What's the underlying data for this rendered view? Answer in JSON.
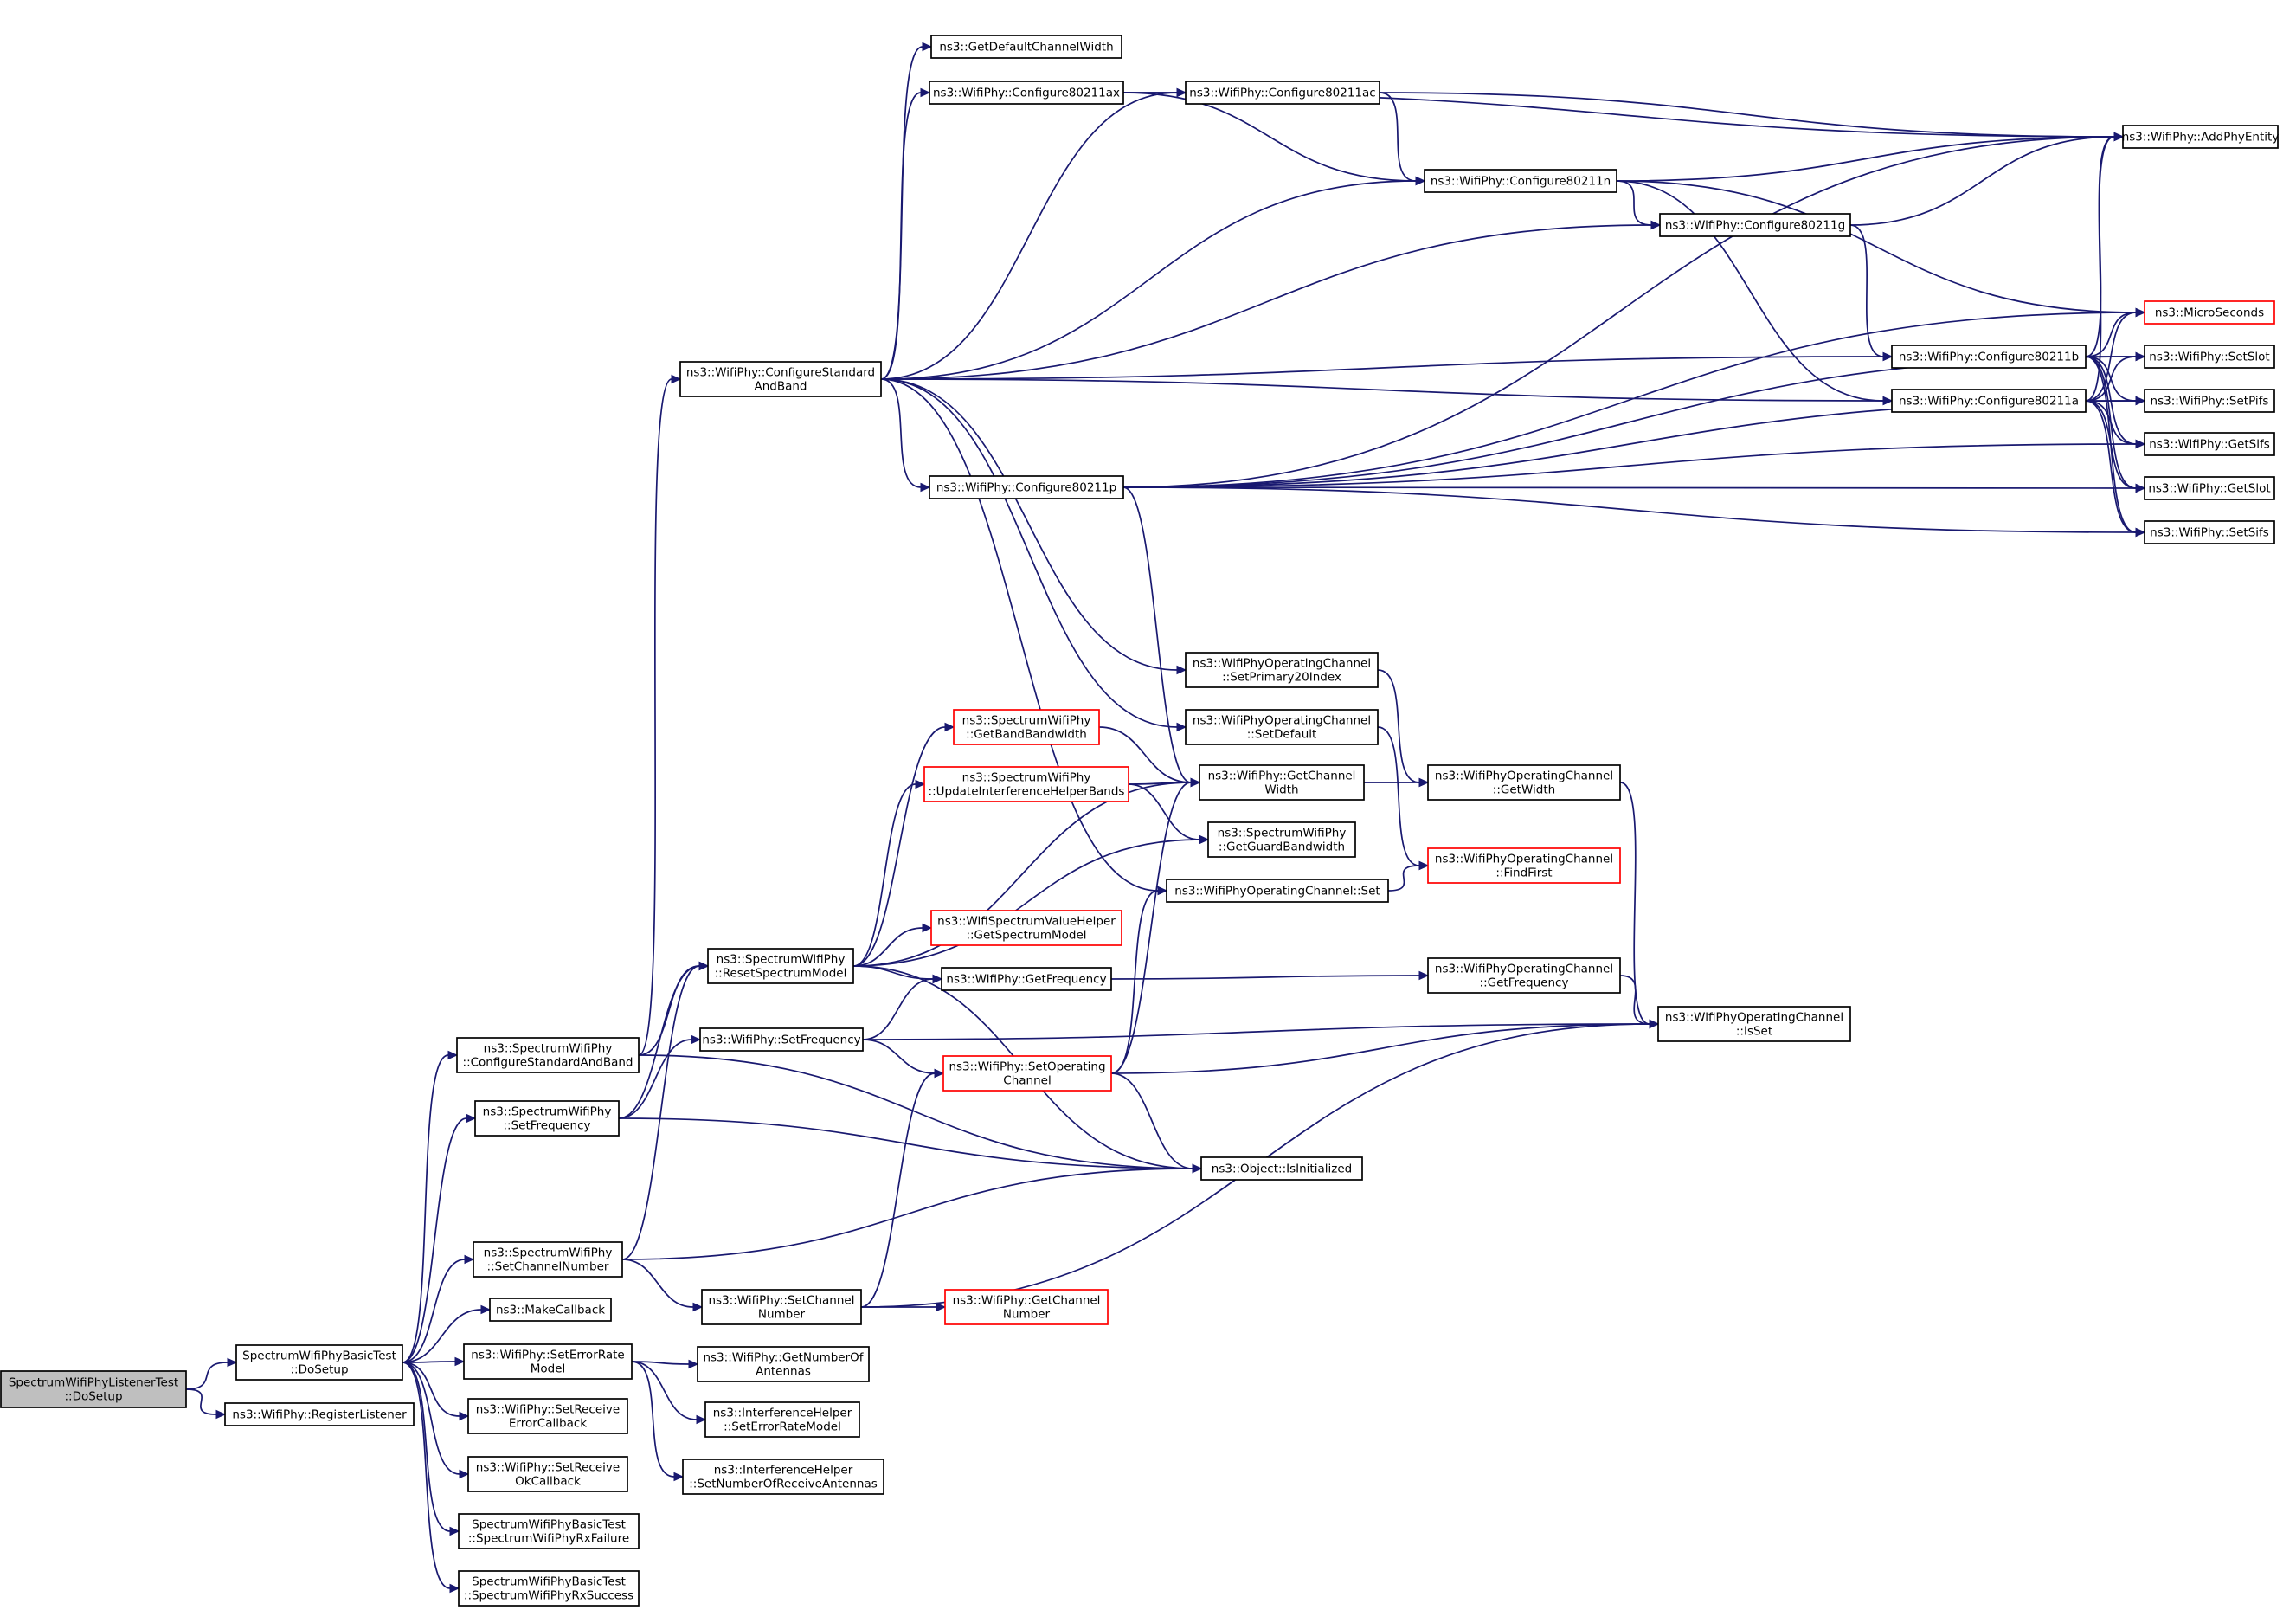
{
  "colors": {
    "edge": "#191970",
    "box_border": "#000000",
    "box_border_truncated": "#ff0000",
    "box_fill": "#ffffff",
    "root_fill": "#bfbfbf"
  },
  "nodes": [
    {
      "id": "root",
      "lines": [
        "SpectrumWifiPhyListenerTest",
        "::DoSetup"
      ],
      "root": true
    },
    {
      "id": "basic",
      "lines": [
        "SpectrumWifiPhyBasicTest",
        "::DoSetup"
      ]
    },
    {
      "id": "reglist",
      "lines": [
        "ns3::WifiPhy::RegisterListener"
      ]
    },
    {
      "id": "scsab",
      "lines": [
        "ns3::SpectrumWifiPhy",
        "::ConfigureStandardAndBand"
      ]
    },
    {
      "id": "ssf",
      "lines": [
        "ns3::SpectrumWifiPhy",
        "::SetFrequency"
      ]
    },
    {
      "id": "sscn",
      "lines": [
        "ns3::SpectrumWifiPhy",
        "::SetChannelNumber"
      ]
    },
    {
      "id": "mkcb",
      "lines": [
        "ns3::MakeCallback"
      ]
    },
    {
      "id": "serm",
      "lines": [
        "ns3::WifiPhy::SetErrorRate",
        "Model"
      ]
    },
    {
      "id": "srec",
      "lines": [
        "ns3::WifiPhy::SetReceive",
        "ErrorCallback"
      ]
    },
    {
      "id": "sroc",
      "lines": [
        "ns3::WifiPhy::SetReceive",
        "OkCallback"
      ]
    },
    {
      "id": "rxfail",
      "lines": [
        "SpectrumWifiPhyBasicTest",
        "::SpectrumWifiPhyRxFailure"
      ]
    },
    {
      "id": "rxsucc",
      "lines": [
        "SpectrumWifiPhyBasicTest",
        "::SpectrumWifiPhyRxSuccess"
      ]
    },
    {
      "id": "csab",
      "lines": [
        "ns3::WifiPhy::ConfigureStandard",
        "AndBand"
      ]
    },
    {
      "id": "rsm",
      "lines": [
        "ns3::SpectrumWifiPhy",
        "::ResetSpectrumModel"
      ]
    },
    {
      "id": "wsf",
      "lines": [
        "ns3::WifiPhy::SetFrequency"
      ]
    },
    {
      "id": "wscn",
      "lines": [
        "ns3::WifiPhy::SetChannel",
        "Number"
      ]
    },
    {
      "id": "gnoa",
      "lines": [
        "ns3::WifiPhy::GetNumberOf",
        "Antennas"
      ]
    },
    {
      "id": "ihserm",
      "lines": [
        "ns3::InterferenceHelper",
        "::SetErrorRateModel"
      ]
    },
    {
      "id": "ihsnra",
      "lines": [
        "ns3::InterferenceHelper",
        "::SetNumberOfReceiveAntennas"
      ]
    },
    {
      "id": "gdcw",
      "lines": [
        "ns3::GetDefaultChannelWidth"
      ]
    },
    {
      "id": "c11ax",
      "lines": [
        "ns3::WifiPhy::Configure80211ax"
      ]
    },
    {
      "id": "c11p",
      "lines": [
        "ns3::WifiPhy::Configure80211p"
      ]
    },
    {
      "id": "sgbb",
      "lines": [
        "ns3::SpectrumWifiPhy",
        "::GetBandBandwidth"
      ],
      "truncated": true
    },
    {
      "id": "suihb",
      "lines": [
        "ns3::SpectrumWifiPhy",
        "::UpdateInterferenceHelperBands"
      ],
      "truncated": true
    },
    {
      "id": "wsvh",
      "lines": [
        "ns3::WifiSpectrumValueHelper",
        "::GetSpectrumModel"
      ],
      "truncated": true
    },
    {
      "id": "wgf",
      "lines": [
        "ns3::WifiPhy::GetFrequency"
      ]
    },
    {
      "id": "wsoc",
      "lines": [
        "ns3::WifiPhy::SetOperating",
        "Channel"
      ],
      "truncated": true
    },
    {
      "id": "wgcn",
      "lines": [
        "ns3::WifiPhy::GetChannel",
        "Number"
      ],
      "truncated": true
    },
    {
      "id": "c11ac",
      "lines": [
        "ns3::WifiPhy::Configure80211ac"
      ]
    },
    {
      "id": "spi",
      "lines": [
        "ns3::WifiPhyOperatingChannel",
        "::SetPrimary20Index"
      ]
    },
    {
      "id": "ocsd",
      "lines": [
        "ns3::WifiPhyOperatingChannel",
        "::SetDefault"
      ]
    },
    {
      "id": "wgcw",
      "lines": [
        "ns3::WifiPhy::GetChannel",
        "Width"
      ]
    },
    {
      "id": "sggb",
      "lines": [
        "ns3::SpectrumWifiPhy",
        "::GetGuardBandwidth"
      ]
    },
    {
      "id": "ocset",
      "lines": [
        "ns3::WifiPhyOperatingChannel::Set"
      ]
    },
    {
      "id": "oinit",
      "lines": [
        "ns3::Object::IsInitialized"
      ]
    },
    {
      "id": "c11n",
      "lines": [
        "ns3::WifiPhy::Configure80211n"
      ]
    },
    {
      "id": "ocgw",
      "lines": [
        "ns3::WifiPhyOperatingChannel",
        "::GetWidth"
      ]
    },
    {
      "id": "ocff",
      "lines": [
        "ns3::WifiPhyOperatingChannel",
        "::FindFirst"
      ],
      "truncated": true
    },
    {
      "id": "ocgf",
      "lines": [
        "ns3::WifiPhyOperatingChannel",
        "::GetFrequency"
      ]
    },
    {
      "id": "c11g",
      "lines": [
        "ns3::WifiPhy::Configure80211g"
      ]
    },
    {
      "id": "c11b",
      "lines": [
        "ns3::WifiPhy::Configure80211b"
      ]
    },
    {
      "id": "c11a",
      "lines": [
        "ns3::WifiPhy::Configure80211a"
      ]
    },
    {
      "id": "ocis",
      "lines": [
        "ns3::WifiPhyOperatingChannel",
        "::IsSet"
      ]
    },
    {
      "id": "ape",
      "lines": [
        "ns3::WifiPhy::AddPhyEntity"
      ]
    },
    {
      "id": "micro",
      "lines": [
        "ns3::MicroSeconds"
      ],
      "truncated": true
    },
    {
      "id": "sslot",
      "lines": [
        "ns3::WifiPhy::SetSlot"
      ]
    },
    {
      "id": "spifs",
      "lines": [
        "ns3::WifiPhy::SetPifs"
      ]
    },
    {
      "id": "gsifs",
      "lines": [
        "ns3::WifiPhy::GetSifs"
      ]
    },
    {
      "id": "gslot",
      "lines": [
        "ns3::WifiPhy::GetSlot"
      ]
    },
    {
      "id": "ssifs",
      "lines": [
        "ns3::WifiPhy::SetSifs"
      ]
    }
  ],
  "edges": [
    [
      "root",
      "basic"
    ],
    [
      "root",
      "reglist"
    ],
    [
      "basic",
      "scsab"
    ],
    [
      "basic",
      "ssf"
    ],
    [
      "basic",
      "sscn"
    ],
    [
      "basic",
      "mkcb"
    ],
    [
      "basic",
      "serm"
    ],
    [
      "basic",
      "srec"
    ],
    [
      "basic",
      "sroc"
    ],
    [
      "basic",
      "rxfail"
    ],
    [
      "basic",
      "rxsucc"
    ],
    [
      "scsab",
      "csab"
    ],
    [
      "scsab",
      "rsm"
    ],
    [
      "scsab",
      "oinit"
    ],
    [
      "ssf",
      "rsm"
    ],
    [
      "ssf",
      "wsf"
    ],
    [
      "ssf",
      "oinit"
    ],
    [
      "sscn",
      "rsm"
    ],
    [
      "sscn",
      "wscn"
    ],
    [
      "sscn",
      "oinit"
    ],
    [
      "serm",
      "gnoa"
    ],
    [
      "serm",
      "ihserm"
    ],
    [
      "serm",
      "ihsnra"
    ],
    [
      "csab",
      "gdcw"
    ],
    [
      "csab",
      "c11ax"
    ],
    [
      "csab",
      "c11ac"
    ],
    [
      "csab",
      "c11n"
    ],
    [
      "csab",
      "c11g"
    ],
    [
      "csab",
      "c11b"
    ],
    [
      "csab",
      "c11a"
    ],
    [
      "csab",
      "c11p"
    ],
    [
      "csab",
      "spi"
    ],
    [
      "csab",
      "ocsd"
    ],
    [
      "csab",
      "ocset"
    ],
    [
      "c11ax",
      "c11ac"
    ],
    [
      "c11ax",
      "c11n"
    ],
    [
      "c11ax",
      "ape"
    ],
    [
      "c11ac",
      "c11n"
    ],
    [
      "c11ac",
      "ape"
    ],
    [
      "c11n",
      "c11g"
    ],
    [
      "c11n",
      "c11a"
    ],
    [
      "c11n",
      "ape"
    ],
    [
      "c11n",
      "micro"
    ],
    [
      "c11g",
      "c11b"
    ],
    [
      "c11g",
      "ape"
    ],
    [
      "c11b",
      "ape"
    ],
    [
      "c11b",
      "micro"
    ],
    [
      "c11b",
      "sslot"
    ],
    [
      "c11b",
      "spifs"
    ],
    [
      "c11b",
      "gsifs"
    ],
    [
      "c11b",
      "gslot"
    ],
    [
      "c11b",
      "ssifs"
    ],
    [
      "c11a",
      "ape"
    ],
    [
      "c11a",
      "micro"
    ],
    [
      "c11a",
      "sslot"
    ],
    [
      "c11a",
      "spifs"
    ],
    [
      "c11a",
      "gsifs"
    ],
    [
      "c11a",
      "gslot"
    ],
    [
      "c11a",
      "ssifs"
    ],
    [
      "c11p",
      "ape"
    ],
    [
      "c11p",
      "micro"
    ],
    [
      "c11p",
      "sslot"
    ],
    [
      "c11p",
      "spifs"
    ],
    [
      "c11p",
      "gsifs"
    ],
    [
      "c11p",
      "gslot"
    ],
    [
      "c11p",
      "ssifs"
    ],
    [
      "c11p",
      "wgcw"
    ],
    [
      "rsm",
      "sgbb"
    ],
    [
      "rsm",
      "suihb"
    ],
    [
      "rsm",
      "wsvh"
    ],
    [
      "rsm",
      "wgf"
    ],
    [
      "rsm",
      "wgcw"
    ],
    [
      "rsm",
      "sggb"
    ],
    [
      "rsm",
      "oinit"
    ],
    [
      "sgbb",
      "wgcw"
    ],
    [
      "suihb",
      "wgcw"
    ],
    [
      "suihb",
      "sggb"
    ],
    [
      "wsf",
      "wgf"
    ],
    [
      "wsf",
      "wsoc"
    ],
    [
      "wsf",
      "ocis"
    ],
    [
      "wscn",
      "wsoc"
    ],
    [
      "wscn",
      "wgcn"
    ],
    [
      "wscn",
      "ocis"
    ],
    [
      "wsoc",
      "wgcw"
    ],
    [
      "wsoc",
      "ocset"
    ],
    [
      "wsoc",
      "oinit"
    ],
    [
      "wsoc",
      "ocis"
    ],
    [
      "spi",
      "ocgw"
    ],
    [
      "ocsd",
      "ocff"
    ],
    [
      "ocset",
      "ocff"
    ],
    [
      "wgcw",
      "ocgw"
    ],
    [
      "ocgw",
      "ocis"
    ],
    [
      "wgf",
      "ocgf"
    ],
    [
      "ocgf",
      "ocis"
    ]
  ]
}
